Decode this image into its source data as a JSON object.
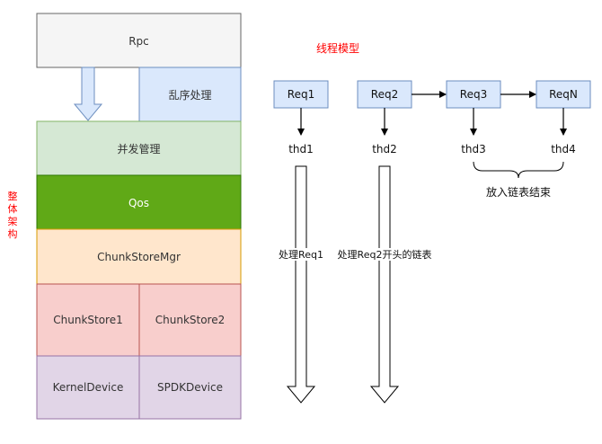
{
  "architecture": {
    "side_label": "整\n体\n架\n构",
    "rpc": "Rpc",
    "reorder": "乱序处理",
    "concurrency": "并发管理",
    "qos": "Qos",
    "chunk_store_mgr": "ChunkStoreMgr",
    "chunk_store_1": "ChunkStore1",
    "chunk_store_2": "ChunkStore2",
    "kernel_device": "KernelDevice",
    "spdk_device": "SPDKDevice"
  },
  "thread_model": {
    "title": "线程模型",
    "requests": [
      "Req1",
      "Req2",
      "Req3",
      "ReqN"
    ],
    "threads": [
      "thd1",
      "thd2",
      "thd3",
      "thd4"
    ],
    "process_req1": "处理Req1",
    "process_req2": "处理Req2开头的链表",
    "list_end_note": "放入链表结束"
  },
  "colors": {
    "rpc_fill": "#f5f5f5",
    "blue_fill": "#dae8fc",
    "blue_stroke": "#6c8ebf",
    "green_fill": "#d5e8d4",
    "green_stroke": "#82b366",
    "qos_fill": "#60a917",
    "qos_stroke": "#2d7600",
    "orange_fill": "#ffe6cc",
    "orange_stroke": "#d79b00",
    "red_fill": "#f8cecc",
    "red_stroke": "#b85450",
    "purple_fill": "#e1d5e7",
    "purple_stroke": "#9673a6",
    "red_text": "#ff0000"
  }
}
